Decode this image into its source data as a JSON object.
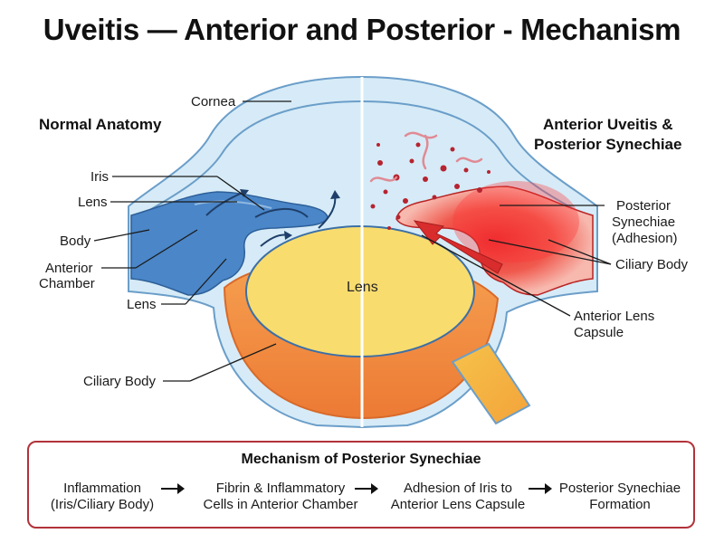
{
  "title": "Uveitis — Anterior and Posterior - Mechanism",
  "left_panel": {
    "heading": "Normal Anatomy",
    "labels": {
      "cornea": "Cornea",
      "iris": "Iris",
      "lens_top": "Lens",
      "body": "Body",
      "anterior_chamber_1": "Anterior",
      "anterior_chamber_2": "Chamber",
      "lens_bottom": "Lens",
      "ciliary_body": "Ciliary Body"
    }
  },
  "center": {
    "lens_label": "Lens"
  },
  "right_panel": {
    "heading_line1": "Anterior Uveitis &",
    "heading_line2": "Posterior Synechiae",
    "labels": {
      "posterior_synechiae_1": "Posterior",
      "posterior_synechiae_2": "Synechiae",
      "posterior_synechiae_3": "(Adhesion)",
      "ciliary_body": "Ciliary Body",
      "anterior_lens_capsule_1": "Anterior Lens",
      "anterior_lens_capsule_2": "Capsule"
    }
  },
  "mechanism": {
    "title": "Mechanism of Posterior Synechiae",
    "steps": [
      {
        "line1": "Inflammation",
        "line2": "(Iris/Ciliary Body)"
      },
      {
        "line1": "Fibrin & Inflammatory",
        "line2": "Cells in Anterior Chamber"
      },
      {
        "line1": "Adhesion of Iris to",
        "line2": "Anterior Lens Capsule"
      },
      {
        "line1": "Posterior Synechiae",
        "line2": "Formation"
      }
    ]
  },
  "colors": {
    "cornea": "#cfe6f5",
    "normal_iris": "#4a86c8",
    "inflamed": "#e8393a",
    "lens": "#f8dc6e",
    "vitreous": "#f08a3a",
    "box_border": "#b2323a"
  }
}
